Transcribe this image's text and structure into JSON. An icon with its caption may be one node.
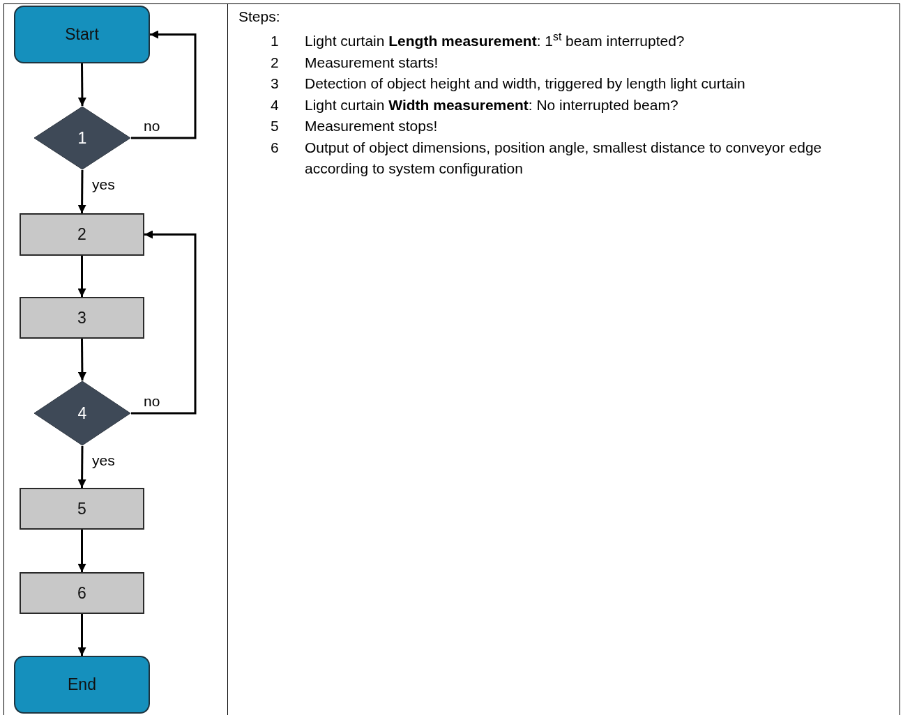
{
  "diagram": {
    "nodes": [
      {
        "text": [
          "Start"
        ]
      },
      {
        "text": [
          "1"
        ]
      },
      {
        "text": [
          "2"
        ]
      },
      {
        "text": [
          "3"
        ]
      },
      {
        "text": [
          "4"
        ]
      },
      {
        "text": [
          "5"
        ]
      },
      {
        "text": [
          "6"
        ]
      },
      {
        "text": [
          "End"
        ]
      }
    ],
    "edges": [
      {
        "from": 0,
        "to": 1,
        "arrow": "to"
      },
      {
        "from": 1,
        "to": 2,
        "arrow": "to",
        "label": "yes"
      },
      {
        "from": 1,
        "to": 0,
        "arrow": "to",
        "label": "no"
      },
      {
        "from": 2,
        "to": 3,
        "arrow": "to"
      },
      {
        "from": 3,
        "to": 4,
        "arrow": "to"
      },
      {
        "from": 4,
        "to": 5,
        "arrow": "to",
        "label": "yes"
      },
      {
        "from": 4,
        "to": 2,
        "arrow": "to",
        "label": "no"
      },
      {
        "from": 5,
        "to": 6,
        "arrow": "to"
      },
      {
        "from": 6,
        "to": 7,
        "arrow": "to"
      }
    ],
    "labels": [
      "Steps:",
      "1",
      "Light curtain **Length measurement**: 1$^{st}$ beam interrupted?",
      "2",
      "Measurement starts!",
      "3",
      "Detection of object height and width, triggered by length light curtain",
      "4",
      "Light curtain **Width measurement**: No interrupted beam?",
      "5",
      "Measurement stops!",
      "6",
      "Output of object dimensions, position angle, smallest distance to conveyor edge according to system configuration"
    ]
  }
}
